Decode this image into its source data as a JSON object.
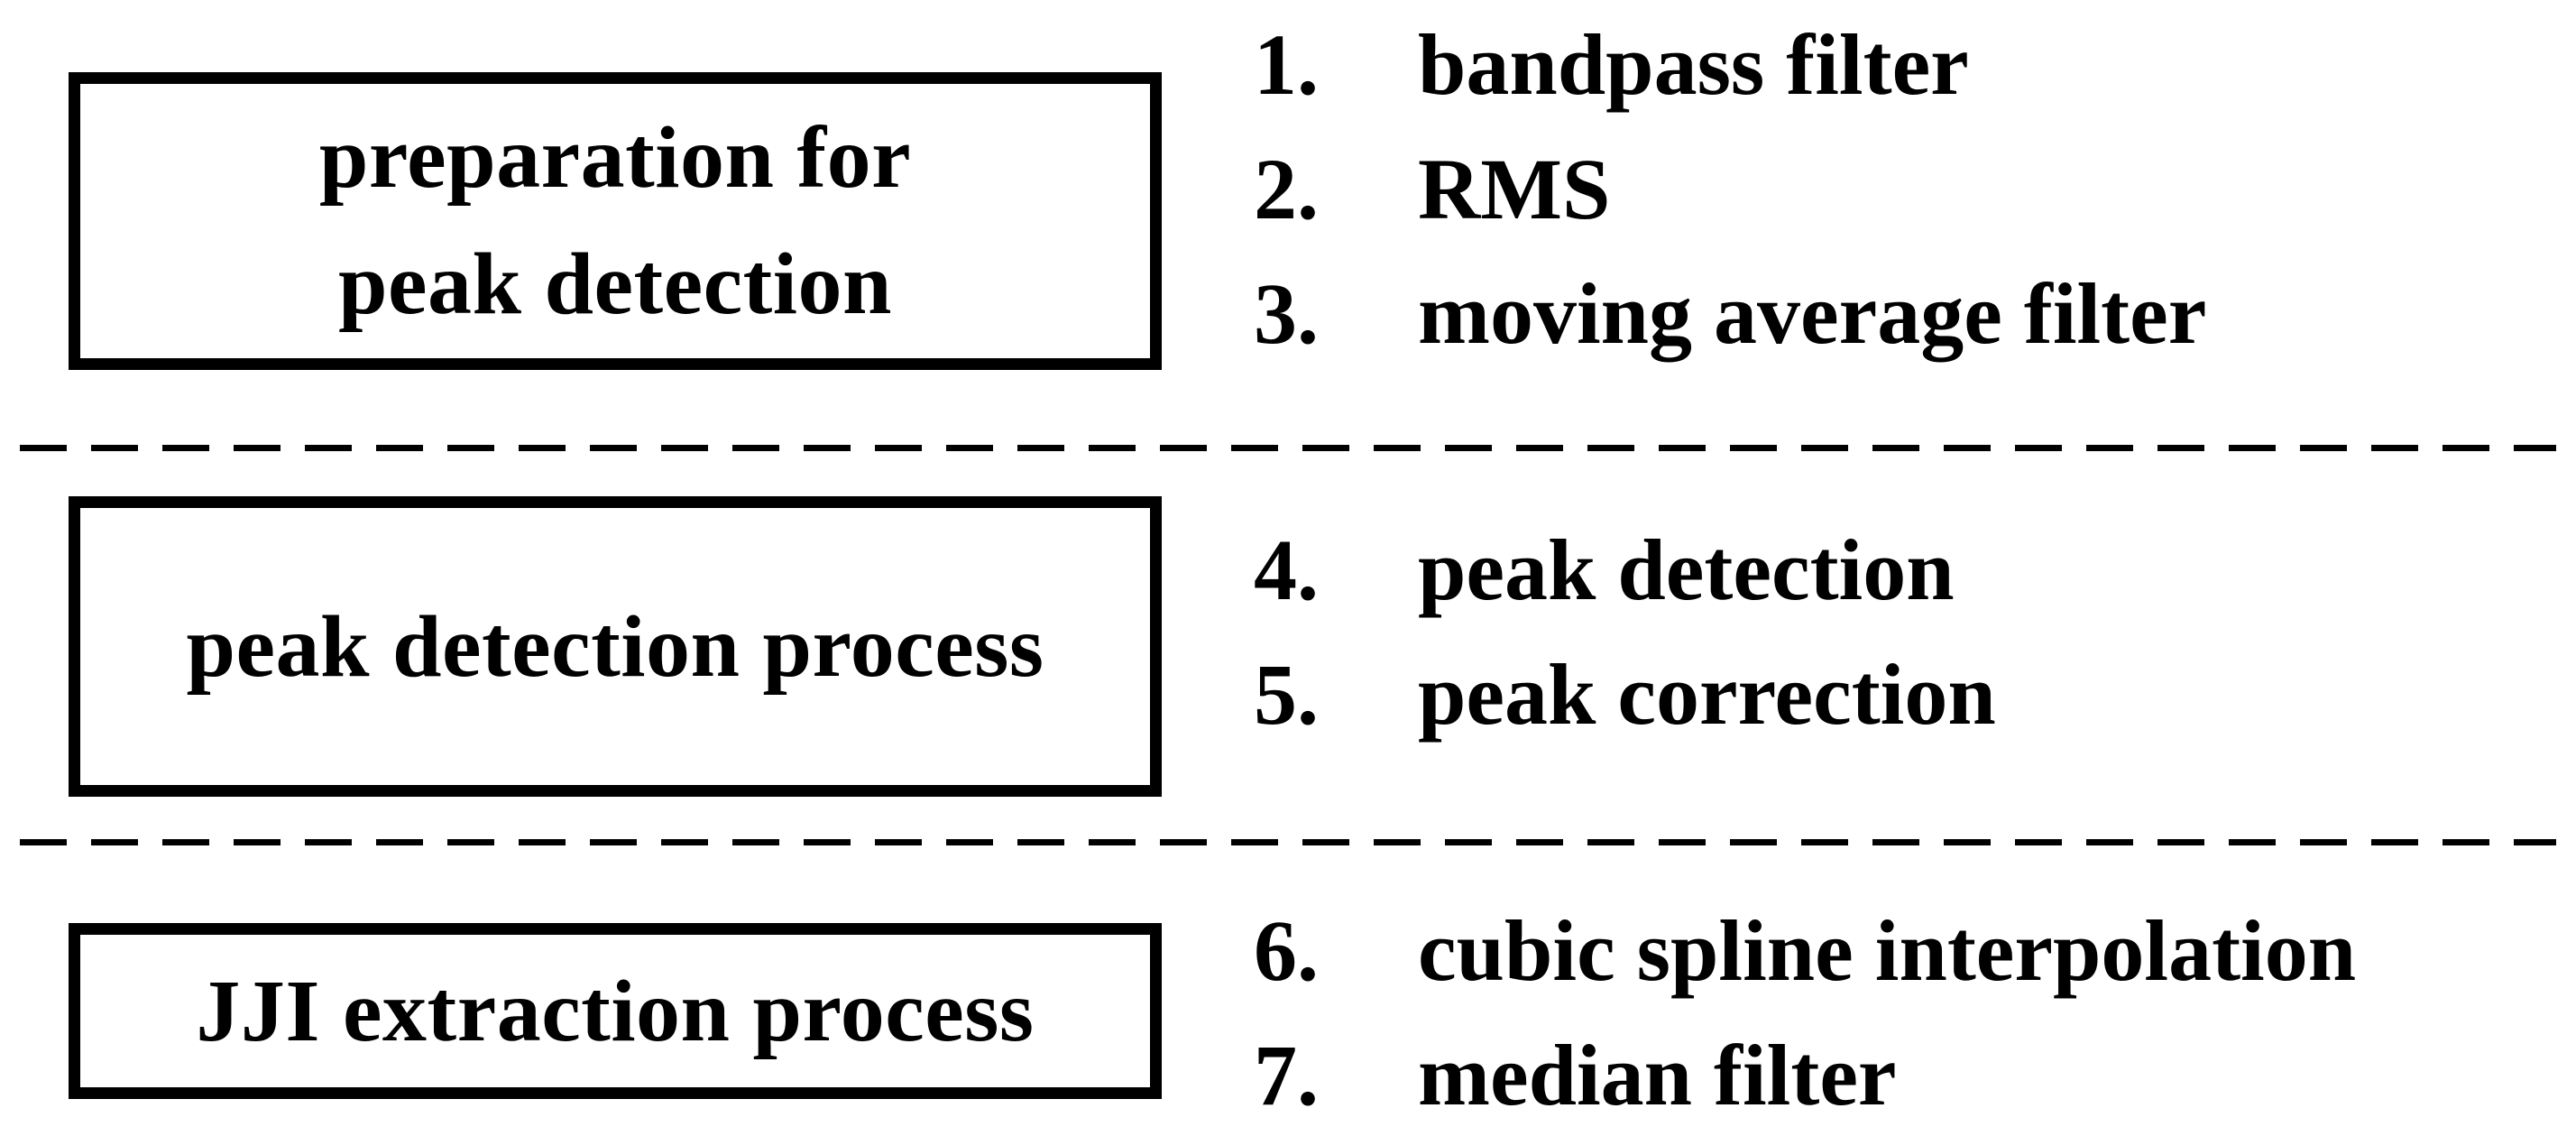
{
  "stages": [
    {
      "label_lines": [
        "preparation for",
        "peak detection"
      ],
      "steps": [
        {
          "number": "1.",
          "label": "bandpass filter"
        },
        {
          "number": "2.",
          "label": "RMS"
        },
        {
          "number": "3.",
          "label": "moving average filter"
        }
      ]
    },
    {
      "label_lines": [
        "peak detection process"
      ],
      "steps": [
        {
          "number": "4.",
          "label": "peak detection"
        },
        {
          "number": "5.",
          "label": "peak correction"
        }
      ]
    },
    {
      "label_lines": [
        "JJI extraction process"
      ],
      "steps": [
        {
          "number": "6.",
          "label": "cubic spline interpolation"
        },
        {
          "number": "7.",
          "label": "median filter"
        }
      ]
    }
  ],
  "colors": {
    "ink": "#000000",
    "background": "#ffffff"
  }
}
